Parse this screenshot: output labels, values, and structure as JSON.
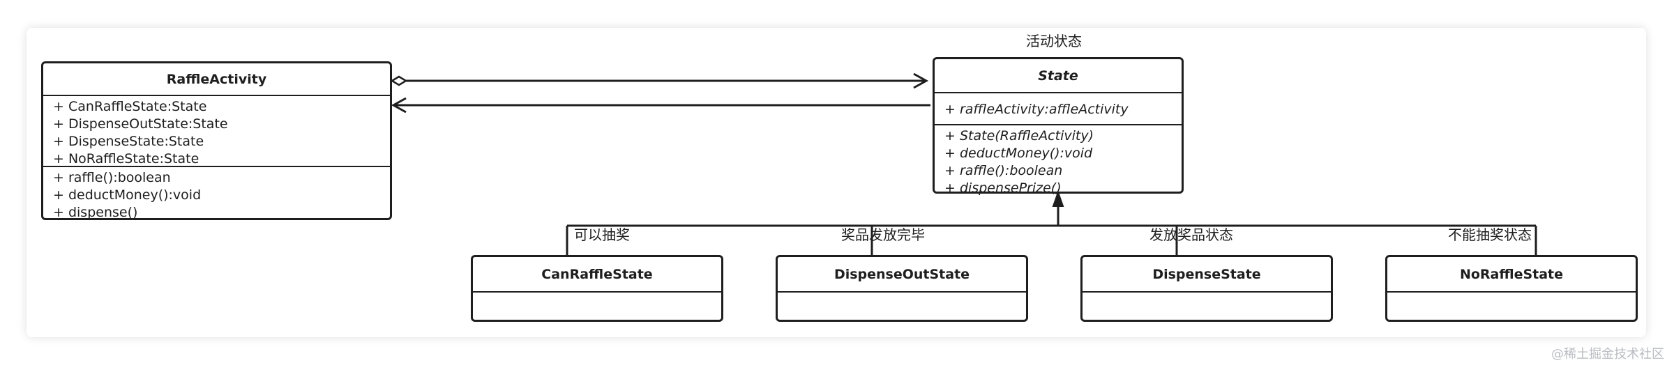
{
  "diagram": {
    "package_label": "活动状态",
    "raffle_activity": {
      "name": "RaffleActivity",
      "attributes": [
        "+ CanRaffleState:State",
        "+ DispenseOutState:State",
        "+ DispenseState:State",
        "+ NoRaffleState:State"
      ],
      "operations": [
        "+ raffle():boolean",
        "+ deductMoney():void",
        "+ dispense()"
      ]
    },
    "state": {
      "name": "State",
      "attributes": [
        "+ raffleActivity:affleActivity"
      ],
      "operations": [
        "+ State(RaffleActivity)",
        "+ deductMoney():void",
        "+ raffle():boolean",
        "+ dispensePrize()"
      ]
    },
    "subclasses": [
      {
        "name": "CanRaffleState",
        "label": "可以抽奖"
      },
      {
        "name": "DispenseOutState",
        "label": "奖品发放完毕"
      },
      {
        "name": "DispenseState",
        "label": "发放奖品状态"
      },
      {
        "name": "NoRaffleState",
        "label": "不能抽奖状态"
      }
    ]
  },
  "watermark": "@稀土掘金技术社区"
}
